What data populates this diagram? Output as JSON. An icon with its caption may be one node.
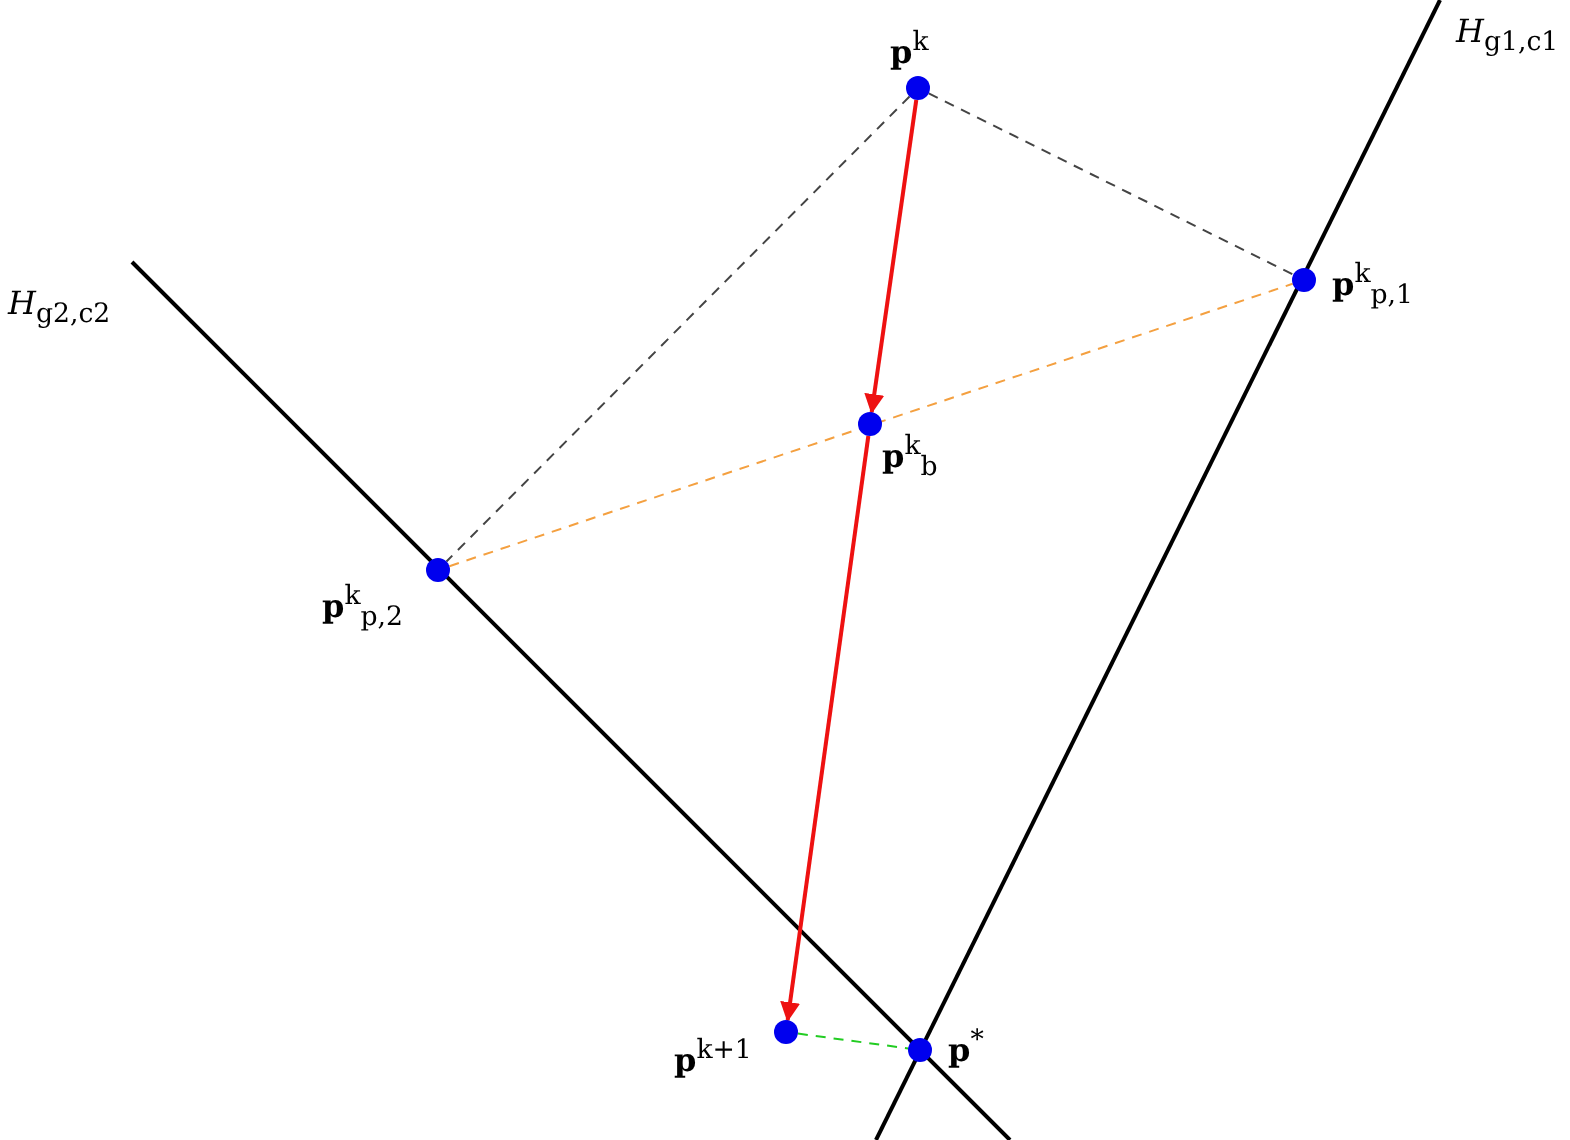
{
  "diagram": {
    "nodes": [
      {
        "text": [
          "**p**$^{k}$"
        ]
      },
      {
        "text": [
          "**p**$^{k}$$_{p,1}$"
        ]
      },
      {
        "text": [
          "**p**$^{k}$$_{b}$"
        ]
      },
      {
        "text": [
          "**p**$^{k}$$_{p,2}$"
        ]
      },
      {
        "text": [
          "**p**$^{k+1}$"
        ]
      },
      {
        "text": [
          "**p**$^{*}$"
        ]
      }
    ],
    "edges": [
      {
        "from": 0,
        "to": 2,
        "arrow": "to",
        "color": "#ee1111"
      },
      {
        "from": 2,
        "to": 4,
        "arrow": "to",
        "color": "#ee1111"
      },
      {
        "from": 0,
        "to": 1,
        "arrow": "none",
        "style": "dashed",
        "color": "#444444"
      },
      {
        "from": 0,
        "to": 3,
        "arrow": "none",
        "style": "dashed",
        "color": "#444444"
      },
      {
        "from": 3,
        "to": 1,
        "arrow": "none",
        "style": "dashed",
        "color": "#f4a040"
      },
      {
        "from": 4,
        "to": 5,
        "arrow": "none",
        "style": "dashed",
        "color": "#22cc22"
      }
    ],
    "labels": [
      "*H*$_{g1,c1}$",
      "*H*$_{g2,c2}$"
    ]
  }
}
